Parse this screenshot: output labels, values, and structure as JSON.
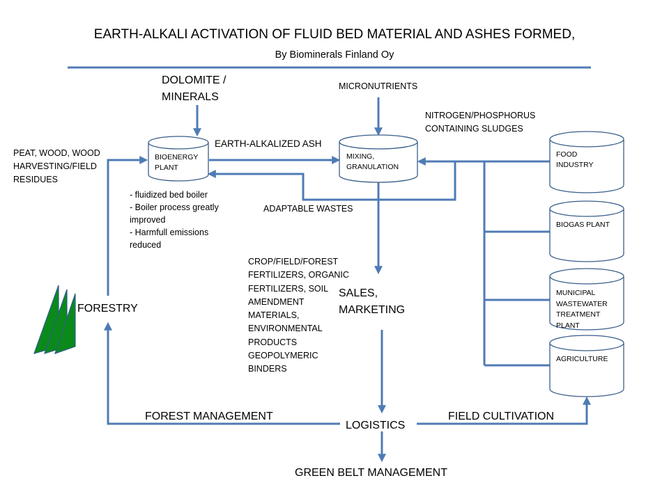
{
  "title": "EARTH-ALKALI ACTIVATION OF FLUID BED MATERIAL AND ASHES FORMED,",
  "subtitle": "By Biominerals Finland Oy",
  "inputs": {
    "dolomite": [
      "DOLOMITE /",
      "MINERALS"
    ],
    "micronutrients": "MICRONUTRIENTS",
    "sludges": [
      "NITROGEN/PHOSPHORUS",
      "CONTAINING SLUDGES"
    ],
    "peat": [
      "PEAT, WOOD, WOOD",
      "HARVESTING/FIELD",
      "RESIDUES"
    ]
  },
  "nodes": {
    "bioenergy_plant": [
      "BIOENERGY",
      "PLANT"
    ],
    "mixing": [
      "MIXING,",
      "GRANULATION"
    ],
    "food_industry": [
      "FOOD",
      "INDUSTRY"
    ],
    "biogas_plant": "BIOGAS PLANT",
    "municipal": [
      "MUNICIPAL",
      "WASTEWATER",
      "TREATMENT",
      "PLANT"
    ],
    "agriculture": "AGRICULTURE"
  },
  "flows": {
    "earth_alkalized_ash": "EARTH-ALKALIZED ASH",
    "adaptable_wastes": "ADAPTABLE WASTES",
    "forest_management": "FOREST MANAGEMENT",
    "field_cultivation": "FIELD CULTIVATION",
    "green_belt": "GREEN BELT MANAGEMENT"
  },
  "bioenergy_notes": [
    "- fluidized bed boiler",
    "-     Boiler process greatly",
    "        improved",
    "-     Harmfull emissions",
    "        reduced"
  ],
  "products": [
    "CROP/FIELD/FOREST",
    "FERTILIZERS, ORGANIC",
    "FERTILIZERS, SOIL",
    "AMENDMENT",
    "MATERIALS,",
    "ENVIRONMENTAL",
    "PRODUCTS",
    "GEOPOLYMERIC",
    "BINDERS"
  ],
  "sales": [
    "SALES,",
    "MARKETING"
  ],
  "forestry": "FORESTRY",
  "logistics": "LOGISTICS",
  "colors": {
    "arrow": "#4f7bb5",
    "cylinder_stroke": "#385d8a",
    "tree_fill": "#0b8a1b",
    "tree_stroke": "#2f5c8a"
  }
}
